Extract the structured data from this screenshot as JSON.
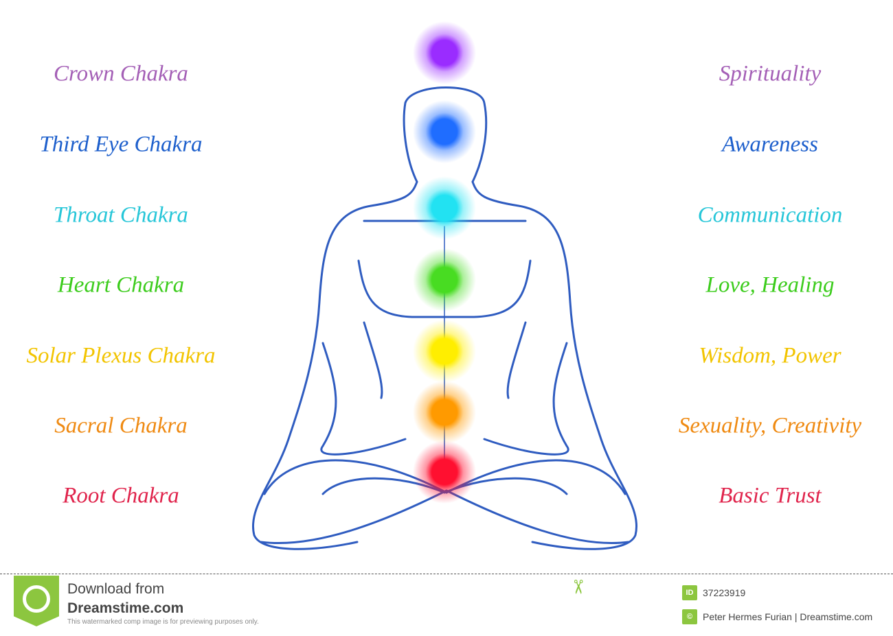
{
  "chakras": [
    {
      "name": "Crown Chakra",
      "meaning": "Spirituality",
      "text_color": "#a45fb6",
      "orb_color": "#9a2cff"
    },
    {
      "name": "Third Eye Chakra",
      "meaning": "Awareness",
      "text_color": "#1d5fcc",
      "orb_color": "#1f6dff"
    },
    {
      "name": "Throat Chakra",
      "meaning": "Communication",
      "text_color": "#26c6d8",
      "orb_color": "#22e2f2"
    },
    {
      "name": "Heart Chakra",
      "meaning": "Love, Healing",
      "text_color": "#3ccc1c",
      "orb_color": "#48dc22"
    },
    {
      "name": "Solar Plexus Chakra",
      "meaning": "Wisdom, Power",
      "text_color": "#f2c400",
      "orb_color": "#ffee00"
    },
    {
      "name": "Sacral Chakra",
      "meaning": "Sexuality, Creativity",
      "text_color": "#ef8a12",
      "orb_color": "#ff9a00"
    },
    {
      "name": "Root Chakra",
      "meaning": "Basic Trust",
      "text_color": "#e0244c",
      "orb_color": "#ff1030"
    }
  ],
  "figure_color": "#2f5cc0",
  "footer": {
    "download_line1": "Download from",
    "download_line2": "Dreamstime.com",
    "disclaimer": "This watermarked comp image is for previewing purposes only.",
    "id_icon": "ID",
    "image_id": "37223919",
    "copyright_icon": "©",
    "credit": "Peter Hermes Furian | Dreamstime.com",
    "brand_color": "#8cc63f"
  }
}
